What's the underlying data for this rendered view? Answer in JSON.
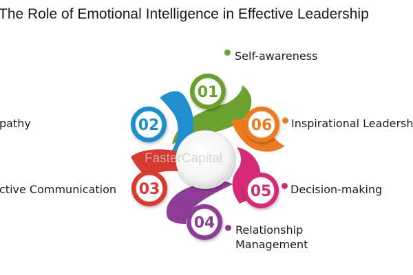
{
  "title": "The Role of Emotional Intelligence in Effective Leadership",
  "watermark": "FasterCapital",
  "steps": [
    {
      "num": "01",
      "label": "Self-awareness",
      "color": "#6aa12f"
    },
    {
      "num": "02",
      "label": "pathy",
      "color": "#1f8fd0"
    },
    {
      "num": "03",
      "label": "ctive Communication",
      "color": "#d83a2f"
    },
    {
      "num": "04",
      "label": "Relationship",
      "label2": "Management",
      "color": "#8e3d97"
    },
    {
      "num": "05",
      "label": "Decision-making",
      "color": "#d52a78"
    },
    {
      "num": "06",
      "label": "Inspirational Leadersh",
      "color": "#ee7a1f"
    }
  ]
}
